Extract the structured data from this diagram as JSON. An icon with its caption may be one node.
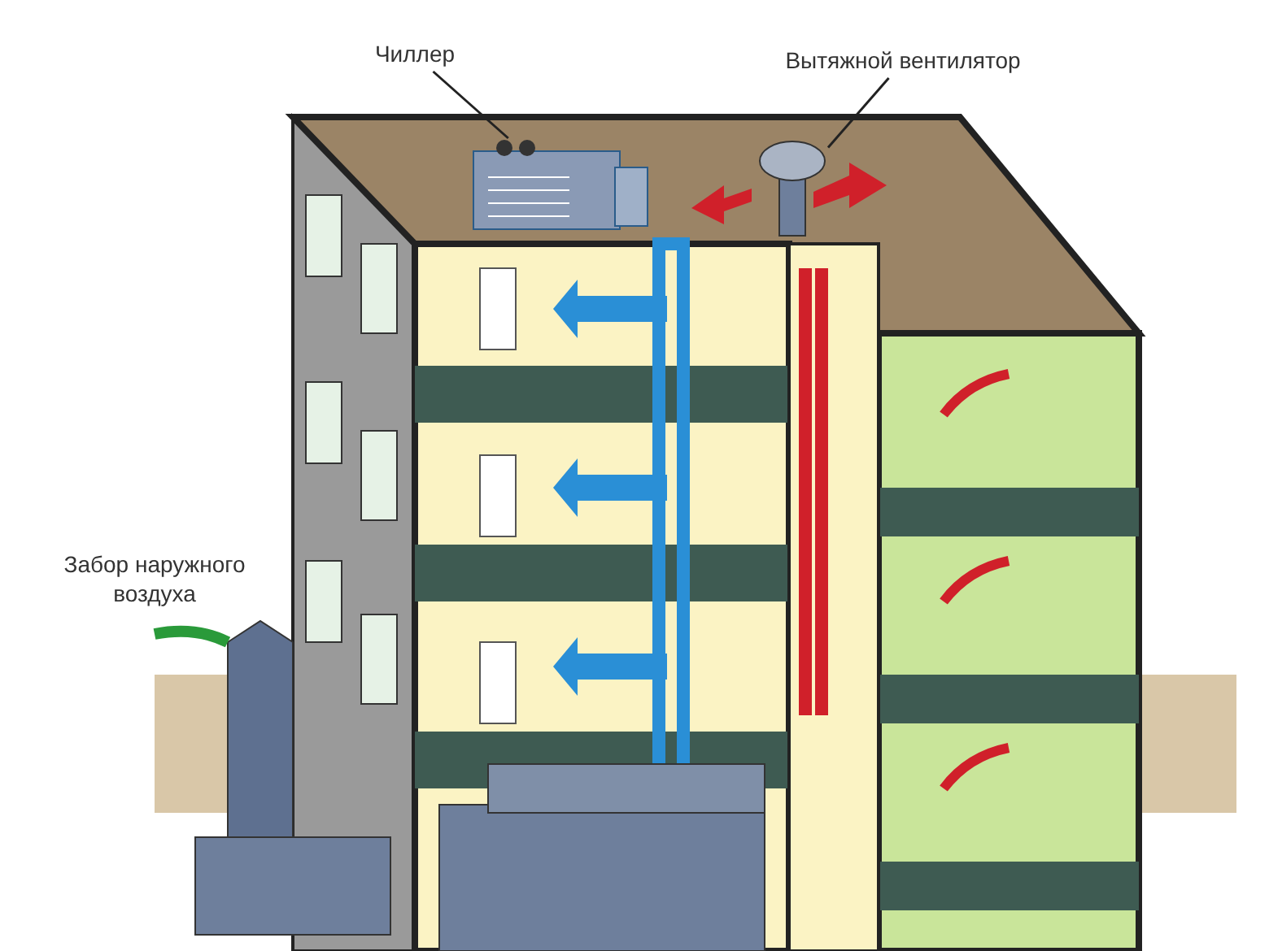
{
  "diagram": {
    "nodes": [
      {
        "text": [
          "Чиллер"
        ]
      },
      {
        "text": [],
        "shape": "picture"
      },
      {
        "text": [
          "Вытяжной вентилятор"
        ]
      },
      {
        "text": [],
        "shape": "picture"
      }
    ],
    "edges": [
      {
        "from": 0,
        "to": 1,
        "arrow": "none"
      },
      {
        "from": 2,
        "to": 3,
        "arrow": "none"
      }
    ],
    "labels": [
      "Забор наружного воздуха"
    ]
  }
}
